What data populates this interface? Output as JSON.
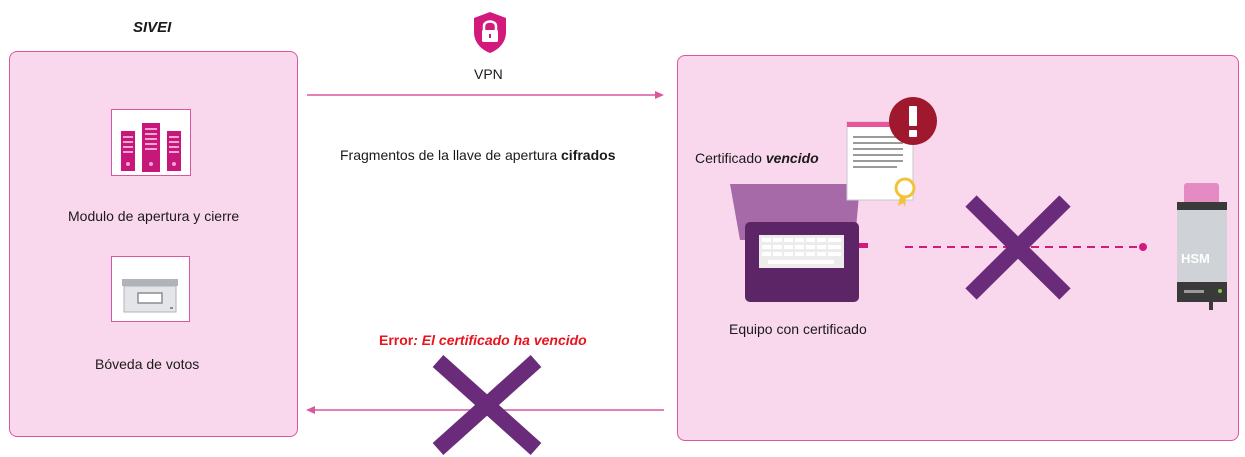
{
  "system": {
    "name": "SIVEI"
  },
  "modules": [
    {
      "label": "Modulo de apertura y cierre",
      "icon": "server-rack-icon"
    },
    {
      "label": "Bóveda de votos",
      "icon": "vault-box-icon"
    }
  ],
  "connection": {
    "vpn_label": "VPN",
    "vpn_icon": "lock-shield-icon",
    "payload_prefix": "Fragmentos de la llave de apertura ",
    "payload_emphasis": "cifrados"
  },
  "error": {
    "prefix": "Error",
    "message": ": El certificado ha vencido"
  },
  "client": {
    "cert_prefix": "Certificado ",
    "cert_status": "vencido",
    "device_label": "Equipo con certificado",
    "alert_icon": "exclamation-alert-icon",
    "hsm_label": "HSM"
  },
  "colors": {
    "accent": "#d9579f",
    "panel_bg": "#f9d8ee",
    "cross": "#6a2c7a",
    "error": "#e8141c",
    "alert": "#a0182e"
  }
}
